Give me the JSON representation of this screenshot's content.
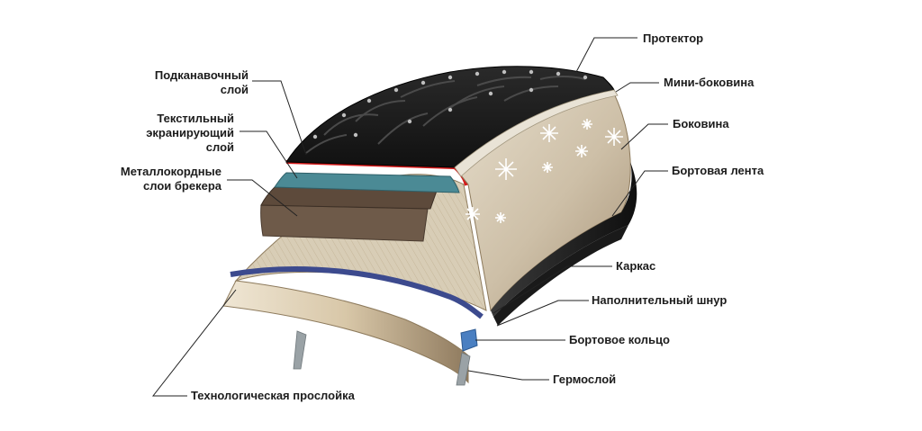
{
  "labels": {
    "protector": "Протектор",
    "mini_sidewall": "Мини-боковина",
    "sidewall": "Боковина",
    "bead_tape": "Бортовая лента",
    "undertread": "Подканавочный\nслой",
    "textile_layer": "Текстильный\nэкранирующий\nслой",
    "steel_belts": "Металлокордные\nслои брекера",
    "carcass": "Каркас",
    "bead_filler": "Наполнительный шнур",
    "bead_ring": "Бортовое кольцо",
    "inner_liner": "Гермослой",
    "tech_layer": "Технологическая прослойка"
  }
}
